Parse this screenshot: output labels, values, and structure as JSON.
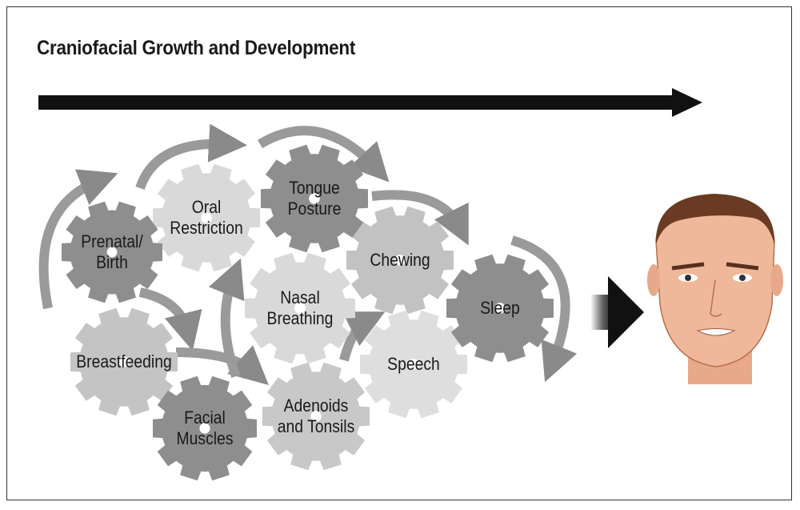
{
  "title": "Craniofacial Growth and Development",
  "gears": [
    {
      "id": "prenatal-birth",
      "label": "Prenatal/\nBirth",
      "lines": [
        "Prenatal/",
        "Birth"
      ],
      "shade": "#8e8e8e"
    },
    {
      "id": "oral-restriction",
      "label": "Oral Restriction",
      "lines": [
        "Oral",
        "Restriction"
      ],
      "shade": "#d9d9d9"
    },
    {
      "id": "tongue-posture",
      "label": "Tongue Posture",
      "lines": [
        "Tongue",
        "Posture"
      ],
      "shade": "#8e8e8e"
    },
    {
      "id": "chewing",
      "label": "Chewing",
      "lines": [
        "Chewing"
      ],
      "shade": "#c2c2c2"
    },
    {
      "id": "sleep",
      "label": "Sleep",
      "lines": [
        "Sleep"
      ],
      "shade": "#8e8e8e"
    },
    {
      "id": "nasal-breathing",
      "label": "Nasal Breathing",
      "lines": [
        "Nasal",
        "Breathing"
      ],
      "shade": "#d9d9d9"
    },
    {
      "id": "breastfeeding",
      "label": "Breastfeeding",
      "lines": [
        "Breastfeeding"
      ],
      "shade": "#c4c4c4"
    },
    {
      "id": "facial-muscles",
      "label": "Facial Muscles",
      "lines": [
        "Facial",
        "Muscles"
      ],
      "shade": "#8e8e8e"
    },
    {
      "id": "adenoids-tonsils",
      "label": "Adenoids and Tonsils",
      "lines": [
        "Adenoids",
        "and Tonsils"
      ],
      "shade": "#c8c8c8"
    },
    {
      "id": "speech",
      "label": "Speech",
      "lines": [
        "Speech"
      ],
      "shade": "#dedede"
    }
  ],
  "colors": {
    "arrow": "#111111",
    "curved_arrow": "#8a8a8a",
    "skin": "#f0b89a",
    "hair": "#6b3a22"
  }
}
